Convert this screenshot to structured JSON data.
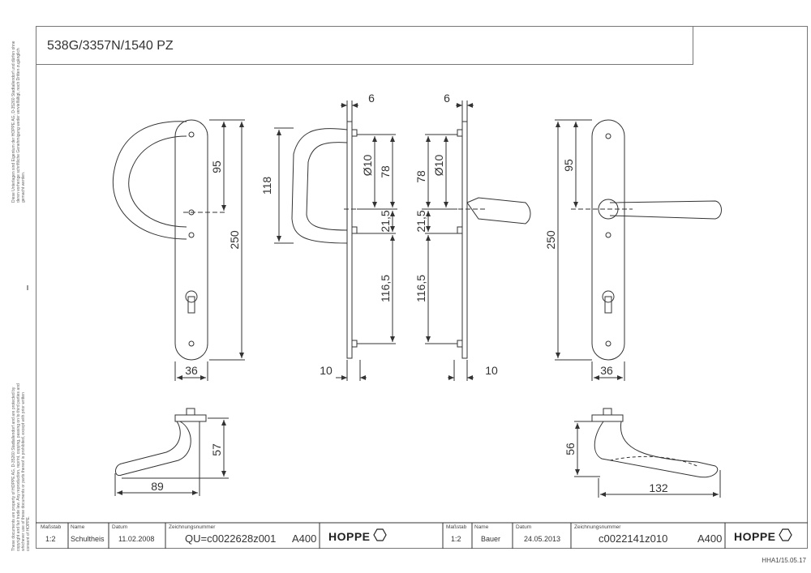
{
  "header": {
    "title": "538G/3357N/1540 PZ"
  },
  "side_notes": {
    "top": "Diese Unterlagen sind Eigentum der HOPPE AG, D-35260 Stadtallendorf und dürfen ohne deren vorherige schriftliche Genehmigung weder vervielfältigt, noch Dritten zugänglich gemacht werden.",
    "bottom": "These documents are property of HOPPE AG, D-35260 Stadtallendorf and are protected by copyright and fair trade law. Any reproduction, reprint, copying, passing on to third parties and whichever use of these documents or parts thereof is prohibited, except with prior written consent of HOPPE."
  },
  "dimensions": {
    "left_front": {
      "height_upper": "95",
      "height_total": "250",
      "width": "36"
    },
    "left_side": {
      "projection": "118",
      "plate_thickness": "6",
      "bore": "Ø10",
      "upper": "78",
      "mid": "21,5",
      "lower": "116,5",
      "base_width": "10"
    },
    "right_side": {
      "plate_thickness": "6",
      "bore": "Ø10",
      "upper": "78",
      "mid": "21,5",
      "lower": "116,5",
      "base_width": "10"
    },
    "right_front": {
      "height_upper": "95",
      "height_total": "250",
      "width": "36"
    },
    "left_top": {
      "height": "57",
      "length": "89"
    },
    "right_top": {
      "height": "56",
      "length": "132"
    }
  },
  "title_blocks": [
    {
      "scale_label": "Maßstab",
      "scale": "1:2",
      "name_label": "Name",
      "name": "Schultheis",
      "date_label": "Datum",
      "date": "11.02.2008",
      "drawing_label": "Zeichnungsnummer",
      "drawing_number": "QU=c0022628z001",
      "format": "A400",
      "brand": "HOPPE"
    },
    {
      "scale_label": "Maßstab",
      "scale": "1:2",
      "name_label": "Name",
      "name": "Bauer",
      "date_label": "Datum",
      "date": "24.05.2013",
      "drawing_label": "Zeichnungsnummer",
      "drawing_number": "c0022141z010",
      "format": "A400",
      "brand": "HOPPE"
    }
  ],
  "footer": {
    "code": "HHA1/15.05.17"
  }
}
